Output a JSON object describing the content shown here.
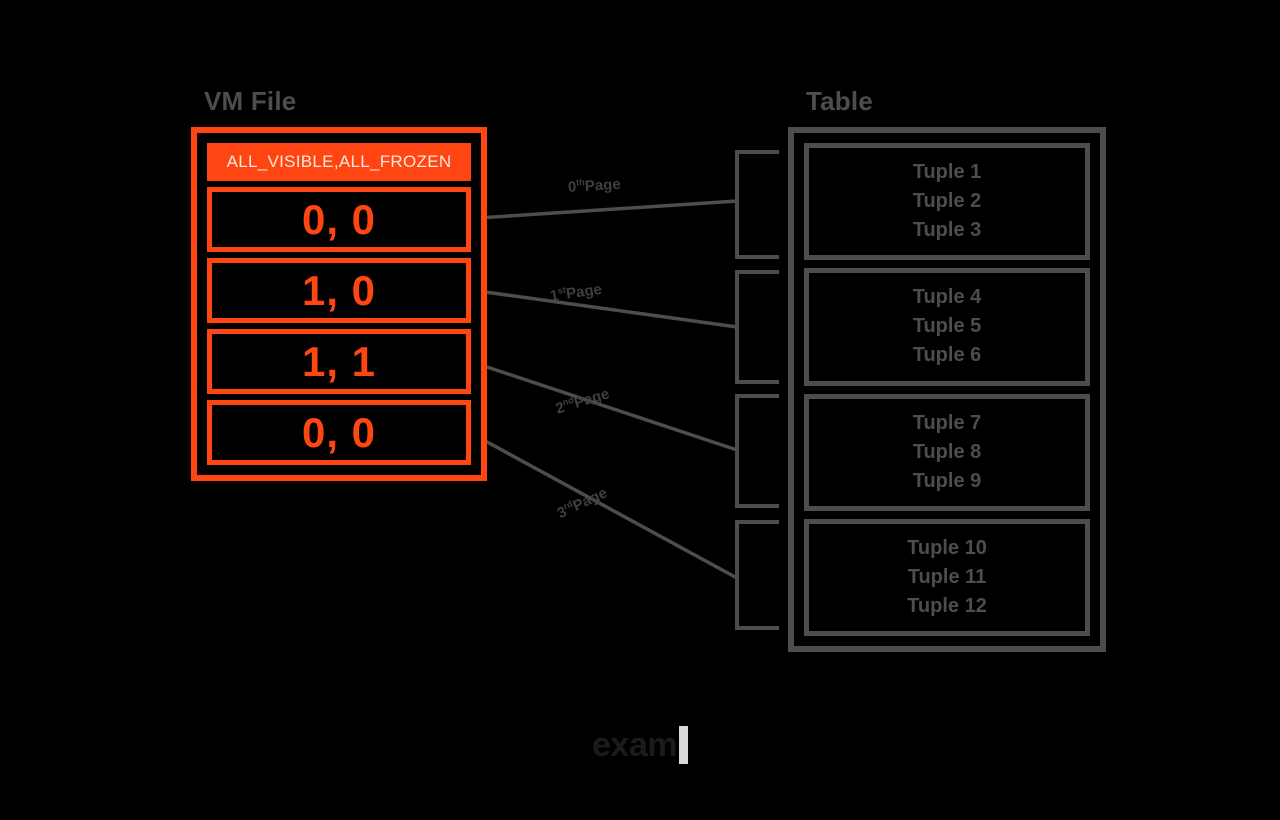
{
  "page": {
    "background_color": "#000000",
    "accent_orange": "#ff4612",
    "accent_gray": "#4d4d4d"
  },
  "vm_file": {
    "title": "VM File",
    "header": "ALL_VISIBLE,ALL_FROZEN",
    "rows": [
      {
        "value": "0, 0"
      },
      {
        "value": "1, 0"
      },
      {
        "value": "1, 1"
      },
      {
        "value": "0, 0"
      }
    ]
  },
  "table": {
    "title": "Table",
    "pages": [
      {
        "tuples": [
          "Tuple 1",
          "Tuple 2",
          "Tuple 3"
        ]
      },
      {
        "tuples": [
          "Tuple 4",
          "Tuple 5",
          "Tuple 6"
        ]
      },
      {
        "tuples": [
          "Tuple 7",
          "Tuple 8",
          "Tuple 9"
        ]
      },
      {
        "tuples": [
          "Tuple 10",
          "Tuple 11",
          "Tuple 12"
        ]
      }
    ]
  },
  "connectors": [
    {
      "ordinal": "0",
      "suffix": "th",
      "word": "Page"
    },
    {
      "ordinal": "1",
      "suffix": "st",
      "word": "Page"
    },
    {
      "ordinal": "2",
      "suffix": "nd",
      "word": "Page"
    },
    {
      "ordinal": "3",
      "suffix": "rd",
      "word": "Page"
    }
  ],
  "caption": {
    "text": "exam"
  }
}
